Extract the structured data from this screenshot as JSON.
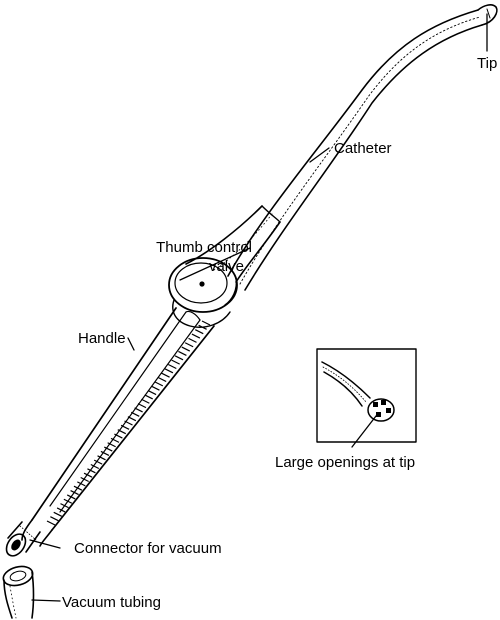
{
  "labels": {
    "tip": "Tip",
    "catheter": "Catheter",
    "thumb_control_line1": "Thumb control",
    "thumb_control_line2": "valve",
    "handle": "Handle",
    "large_openings": "Large openings at tip",
    "connector": "Connector for vacuum",
    "vacuum_tubing": "Vacuum tubing"
  },
  "colors": {
    "ink": "#000000",
    "background": "#ffffff"
  }
}
